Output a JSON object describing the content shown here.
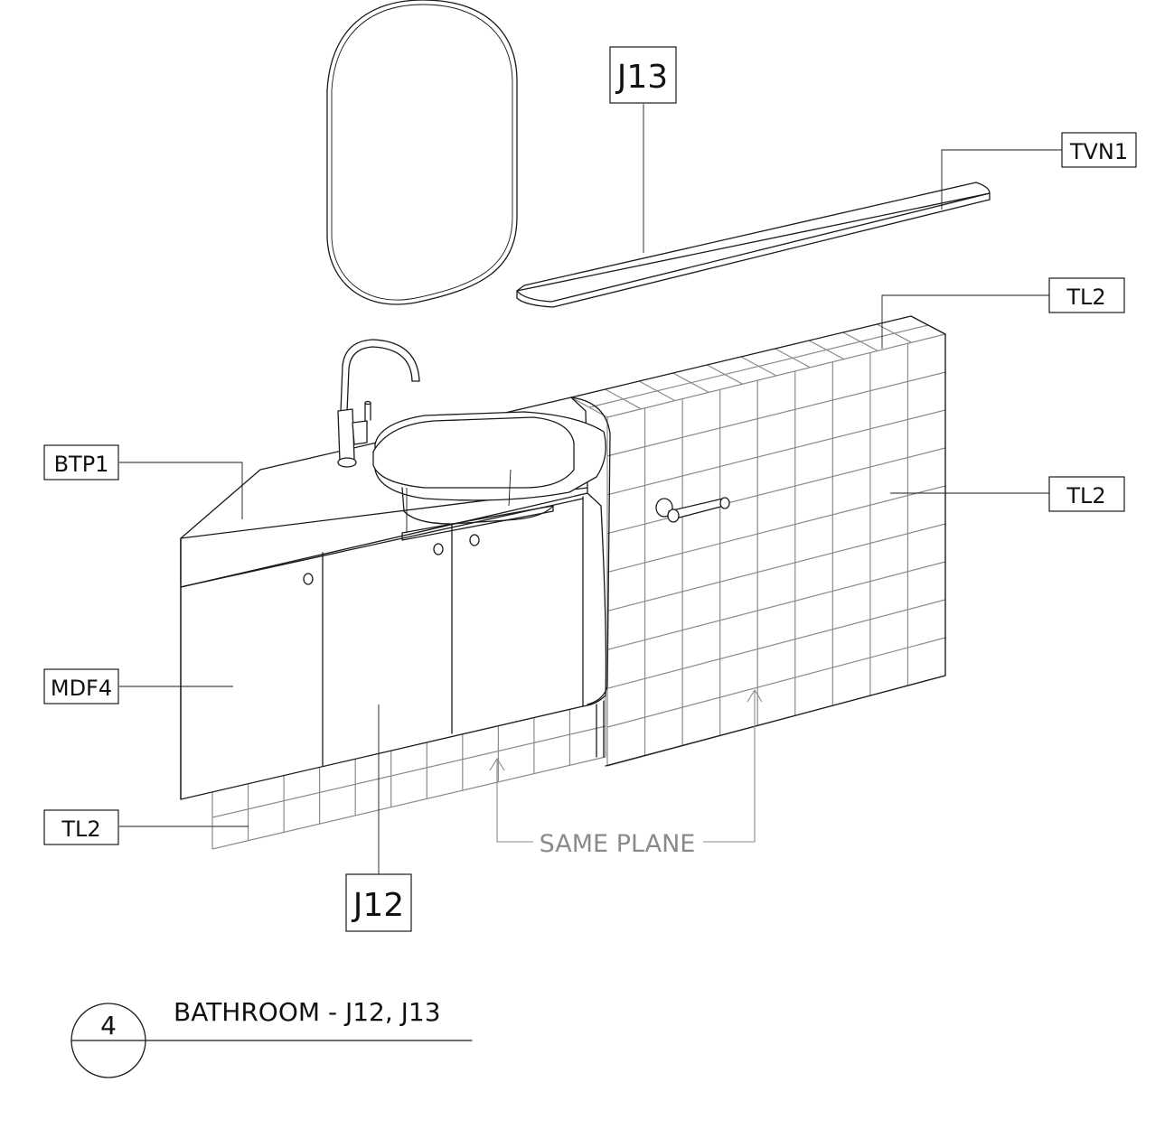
{
  "tags": {
    "j13": "J13",
    "tvn1": "TVN1",
    "tl2_top": "TL2",
    "tl2_right": "TL2",
    "btp1": "BTP1",
    "mdf4": "MDF4",
    "tl2_left": "TL2",
    "j12": "J12"
  },
  "same_plane": "SAME PLANE",
  "title": {
    "number": "4",
    "text": "BATHROOM - J12, J13"
  }
}
